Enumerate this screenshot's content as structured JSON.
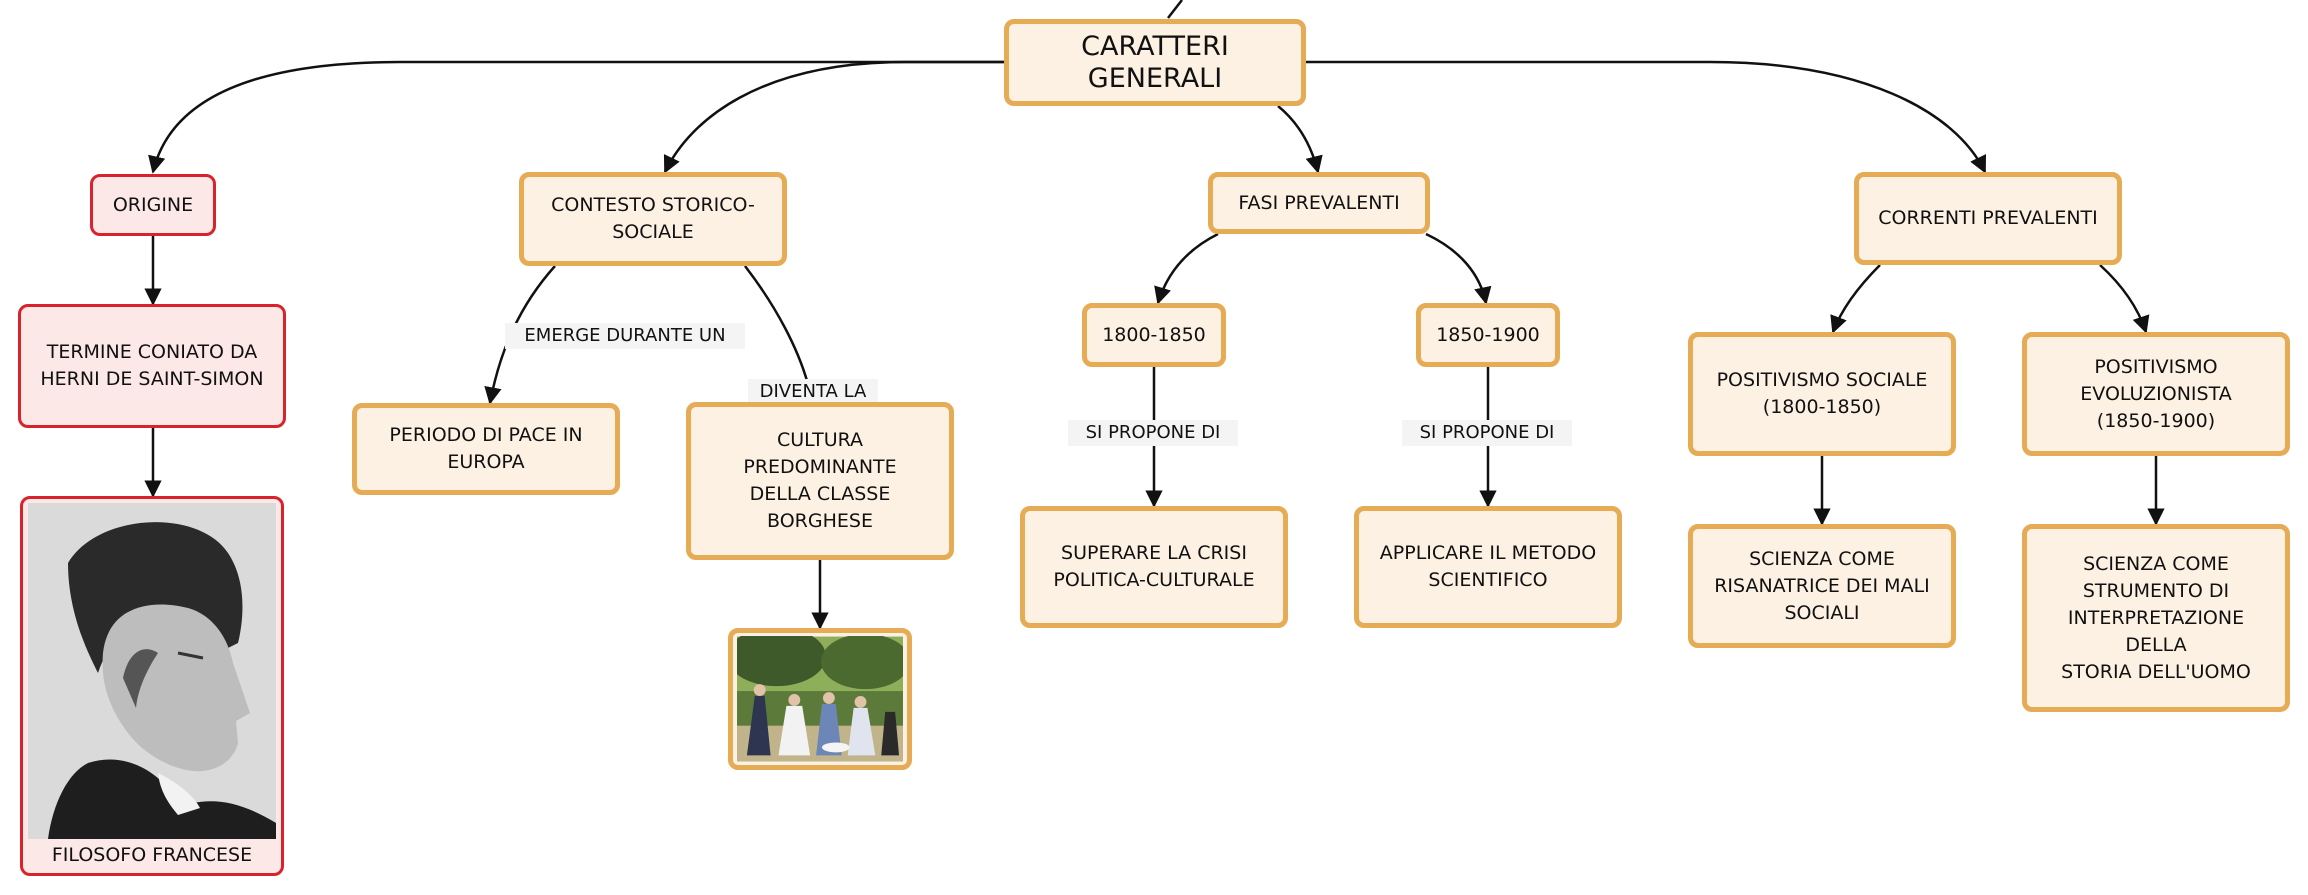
{
  "main": {
    "title": "CARATTERI GENERALI"
  },
  "nodes": {
    "origine": "ORIGINE",
    "termine": "TERMINE CONIATO DA\nHERNI DE SAINT-SIMON",
    "filosofo": "FILOSOFO FRANCESE",
    "contesto": "CONTESTO STORICO-\nSOCIALE",
    "pace": "PERIODO DI PACE IN\nEUROPA",
    "cultura": "CULTURA PREDOMINANTE\nDELLA CLASSE BORGHESE",
    "fasi": "FASI PREVALENTI",
    "p1800": "1800-1850",
    "p1850": "1850-1900",
    "superare": "SUPERARE LA CRISI\nPOLITICA-CULTURALE",
    "applicare": "APPLICARE IL METODO\nSCIENTIFICO",
    "correnti": "CORRENTI PREVALENTI",
    "posSociale": "POSITIVISMO SOCIALE\n(1800-1850)",
    "posEvol": "POSITIVISMO\nEVOLUZIONISTA\n(1850-1900)",
    "scienzaRis": "SCIENZA COME\nRISANATRICE DEI MALI\nSOCIALI",
    "scienzaStr": "SCIENZA COME\nSTRUMENTO DI\nINTERPRETAZIONE DELLA\nSTORIA DELL'UOMO"
  },
  "labels": {
    "emerge": "EMERGE DURANTE UN",
    "diventa": "DIVENTA LA",
    "propone1": "SI PROPONE DI",
    "propone2": "SI PROPONE DI"
  },
  "colors": {
    "orange_border": "#e6ab55",
    "orange_fill": "#fdf1e4",
    "red_border": "#d8232d",
    "red_fill": "#fde8e8",
    "edge": "#111111"
  },
  "images": {
    "portrait": "portrait-engraving-illustration",
    "painting": "family-reunion-painting-illustration"
  }
}
